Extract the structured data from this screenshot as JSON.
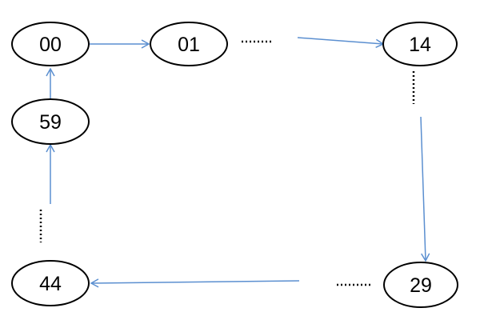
{
  "diagram": {
    "nodes": [
      {
        "id": "n00",
        "label": "00"
      },
      {
        "id": "n01",
        "label": "01"
      },
      {
        "id": "n14",
        "label": "14"
      },
      {
        "id": "n59",
        "label": "59"
      },
      {
        "id": "n29",
        "label": "29"
      },
      {
        "id": "n44",
        "label": "44"
      }
    ],
    "edges": [
      {
        "from": "00",
        "to": "01"
      },
      {
        "from": "01",
        "to": "14",
        "gap": "dotted"
      },
      {
        "from": "14",
        "to": "29",
        "gap": "dotted"
      },
      {
        "from": "29",
        "to": "44",
        "gap": "dotted"
      },
      {
        "from": "44",
        "to": "59",
        "gap": "dotted"
      },
      {
        "from": "59",
        "to": "00"
      }
    ],
    "colors": {
      "arrow": "#5b8fd0",
      "node_stroke": "#000000",
      "dots": "#000000"
    }
  }
}
